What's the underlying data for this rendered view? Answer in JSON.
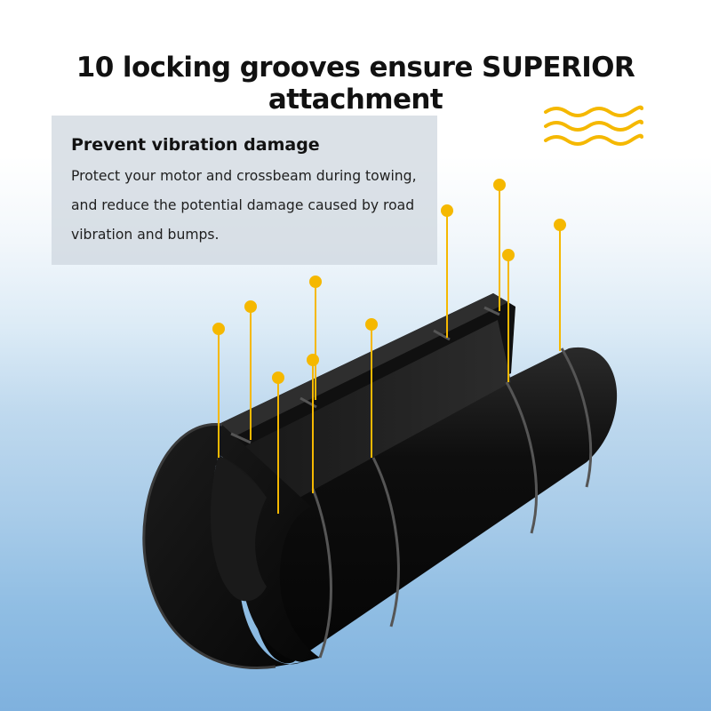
{
  "headline": "10 locking grooves ensure SUPERIOR attachment",
  "info_box": {
    "title": "Prevent vibration damage",
    "body": "Protect your motor and crossbeam during towing, and reduce the potential damage caused by road vibration and bumps."
  },
  "colors": {
    "accent": "#F5B800",
    "rubber": "#0d0d0d",
    "headline_text": "#111111"
  },
  "icons": {
    "waves": "wave-lines-icon"
  }
}
